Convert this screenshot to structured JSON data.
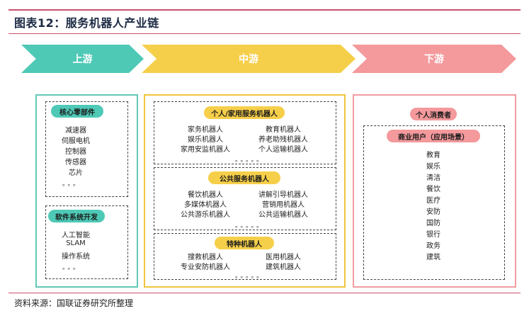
{
  "title": "图表12：服务机器人产业链",
  "source": "资料来源：国联证券研究所整理",
  "stages": {
    "up": "上游",
    "mid": "中游",
    "down": "下游"
  },
  "upstream": {
    "core": {
      "title": "核心零部件",
      "items": [
        "减速器",
        "伺服电机",
        "控制器",
        "传感器",
        "芯片"
      ],
      "ellipsis": "。。。"
    },
    "software": {
      "title": "软件系统开发",
      "items": [
        "人工智能",
        "SLAM",
        "操作系统"
      ],
      "ellipsis": "。。。"
    }
  },
  "midstream": {
    "personal": {
      "title": "个人/家用服务机器人",
      "left": [
        "家务机器人",
        "娱乐机器人",
        "家用安监机器人"
      ],
      "right": [
        "教育机器人",
        "养老助残机器人",
        "个人运输机器人"
      ],
      "ellipsis": "。。。。。"
    },
    "public": {
      "title": "公共服务机器人",
      "left": [
        "餐饮机器人",
        "多媒体机器人",
        "公共游乐机器人"
      ],
      "right": [
        "讲解引导机器人",
        "营销用机器人",
        "公共运输机器人"
      ],
      "ellipsis": "。。。。。"
    },
    "special": {
      "title": "特种机器人",
      "left": [
        "搜救机器人",
        "专业安防机器人"
      ],
      "right": [
        "医用机器人",
        "建筑机器人"
      ],
      "ellipsis": "。。。。。"
    }
  },
  "downstream": {
    "consumer": "个人消费者",
    "business": {
      "title": "商业用户（应用场景）",
      "items": [
        "教育",
        "娱乐",
        "清洁",
        "餐饮",
        "医疗",
        "安防",
        "国防",
        "银行",
        "政务",
        "建筑"
      ]
    }
  },
  "colors": {
    "teal": "#4ec9b6",
    "gold": "#f6cf4a",
    "pink": "#f4999c",
    "rule": "#c9506d"
  }
}
